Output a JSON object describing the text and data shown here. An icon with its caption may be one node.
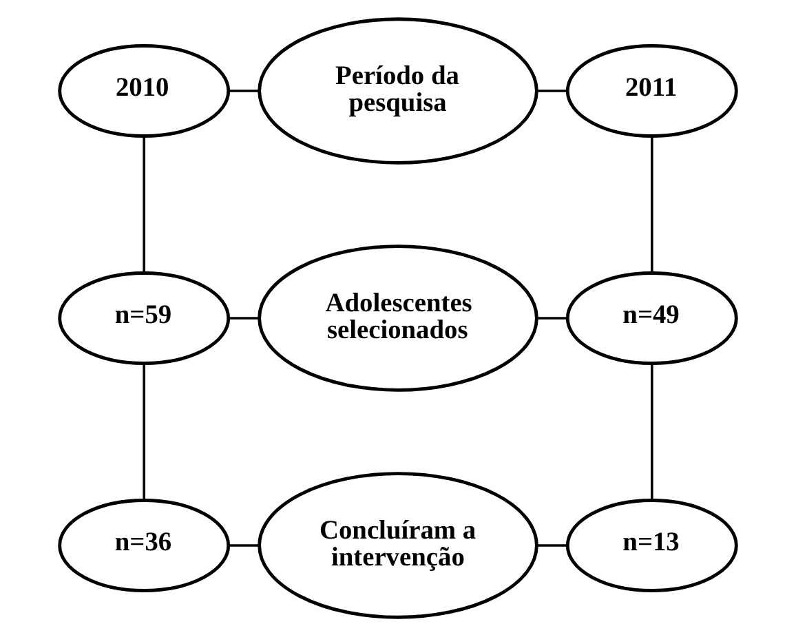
{
  "diagram": {
    "nodes": [
      {
        "text": [
          "2010"
        ]
      },
      {
        "text": [
          "Período da pesquisa"
        ]
      },
      {
        "text": [
          "2011"
        ]
      },
      {
        "text": [
          "n=59"
        ]
      },
      {
        "text": [
          "Adolescentes selecionados"
        ]
      },
      {
        "text": [
          "n=49"
        ]
      },
      {
        "text": [
          "n=36"
        ]
      },
      {
        "text": [
          "Concluíram a intervenção"
        ]
      },
      {
        "text": [
          "n=13"
        ]
      }
    ],
    "edges": [
      {
        "from": 0,
        "to": 1,
        "arrow": "none"
      },
      {
        "from": 1,
        "to": 2,
        "arrow": "none"
      },
      {
        "from": 0,
        "to": 3,
        "arrow": "none"
      },
      {
        "from": 2,
        "to": 5,
        "arrow": "none"
      },
      {
        "from": 3,
        "to": 4,
        "arrow": "none"
      },
      {
        "from": 4,
        "to": 5,
        "arrow": "none"
      },
      {
        "from": 3,
        "to": 6,
        "arrow": "none"
      },
      {
        "from": 5,
        "to": 8,
        "arrow": "none"
      },
      {
        "from": 6,
        "to": 7,
        "arrow": "none"
      },
      {
        "from": 7,
        "to": 8,
        "arrow": "none"
      }
    ]
  }
}
